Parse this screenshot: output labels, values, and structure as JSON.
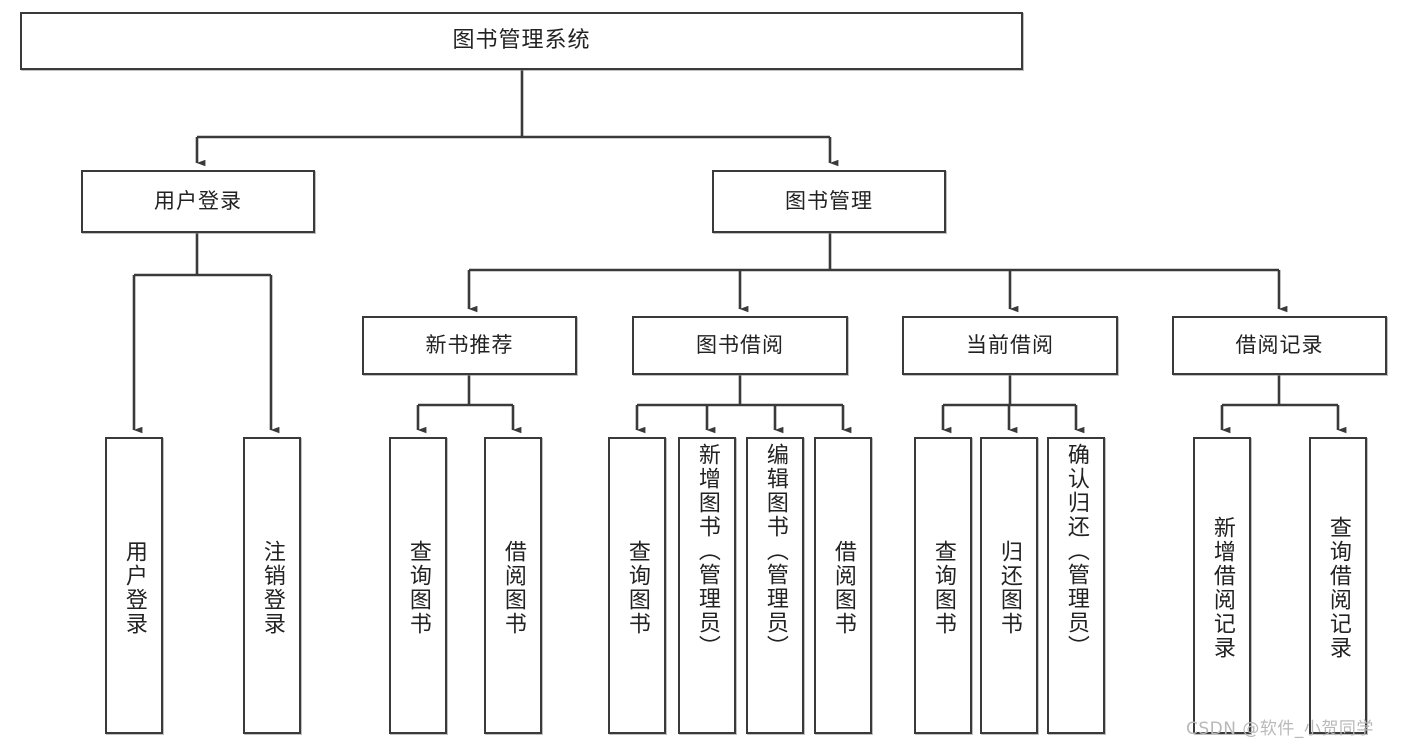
{
  "diagram": {
    "title": "图书管理系统",
    "type": "tree-hierarchy",
    "root": {
      "label": "图书管理系统"
    },
    "level2": [
      {
        "id": "user-login",
        "label": "用户登录"
      },
      {
        "id": "book-management",
        "label": "图书管理"
      }
    ],
    "level3": [
      {
        "id": "new-book-recommend",
        "label": "新书推荐",
        "parent": "book-management"
      },
      {
        "id": "book-borrow",
        "label": "图书借阅",
        "parent": "book-management"
      },
      {
        "id": "current-borrow",
        "label": "当前借阅",
        "parent": "book-management"
      },
      {
        "id": "borrow-record",
        "label": "借阅记录",
        "parent": "book-management"
      }
    ],
    "leaves": [
      {
        "id": "leaf-user-login",
        "label": "用户登录",
        "parent": "user-login"
      },
      {
        "id": "leaf-logout-login",
        "label": "注销登录",
        "parent": "user-login"
      },
      {
        "id": "leaf-query-book-1",
        "label": "查询图书",
        "parent": "new-book-recommend"
      },
      {
        "id": "leaf-borrow-book-1",
        "label": "借阅图书",
        "parent": "new-book-recommend"
      },
      {
        "id": "leaf-query-book-2",
        "label": "查询图书",
        "parent": "book-borrow"
      },
      {
        "id": "leaf-add-book",
        "label": "新增图书（管理员）",
        "parent": "book-borrow"
      },
      {
        "id": "leaf-edit-book",
        "label": "编辑图书（管理员）",
        "parent": "book-borrow"
      },
      {
        "id": "leaf-borrow-book-2",
        "label": "借阅图书",
        "parent": "book-borrow"
      },
      {
        "id": "leaf-query-book-3",
        "label": "查询图书",
        "parent": "current-borrow"
      },
      {
        "id": "leaf-return-book",
        "label": "归还图书",
        "parent": "current-borrow"
      },
      {
        "id": "leaf-confirm-return",
        "label": "确认归还（管理员）",
        "parent": "current-borrow"
      },
      {
        "id": "leaf-add-record",
        "label": "新增借阅记录",
        "parent": "borrow-record"
      },
      {
        "id": "leaf-query-record",
        "label": "查询借阅记录",
        "parent": "borrow-record"
      }
    ]
  },
  "watermark": {
    "text": "CSDN @软件_小贺同学"
  },
  "colors": {
    "stroke": "#3a3a3a",
    "box_fill": "#ffffff",
    "text": "#222222",
    "watermark": "#b9b9b9",
    "background": "#ffffff"
  }
}
